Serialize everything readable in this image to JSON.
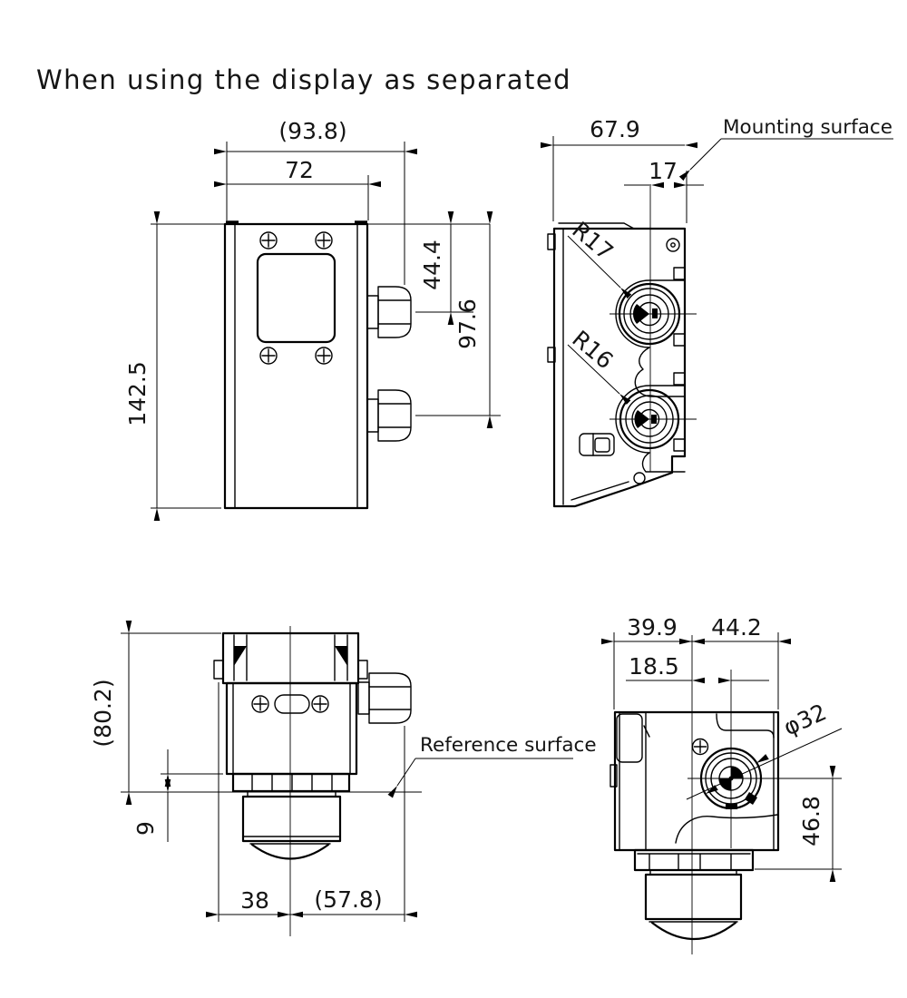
{
  "page": {
    "title": "When using the display as separated"
  },
  "colors": {
    "line": "#000000",
    "text": "#151515",
    "background": "#ffffff"
  },
  "views": {
    "display_front": {
      "dims": {
        "overall_width": "(93.8)",
        "body_width": "72",
        "body_height": "142.5",
        "gland1_center": "44.4",
        "gland2_center": "97.6"
      }
    },
    "display_side": {
      "dims": {
        "depth": "67.9",
        "connector_center_offset": "17",
        "top_connector_radius": "R17",
        "bottom_connector_radius": "R16"
      },
      "callouts": {
        "mounting_surface": "Mounting surface"
      }
    },
    "camera_front": {
      "dims": {
        "overall_height": "(80.2)",
        "lens_base_height": "9",
        "center_to_left": "38",
        "center_to_right": "(57.8)"
      },
      "callouts": {
        "reference_surface": "Reference surface"
      }
    },
    "camera_side": {
      "dims": {
        "front_depth": "39.9",
        "rear_depth": "44.2",
        "connector_center_offset": "18.5",
        "connector_diameter": "φ32",
        "connector_to_reference": "46.8"
      }
    }
  }
}
